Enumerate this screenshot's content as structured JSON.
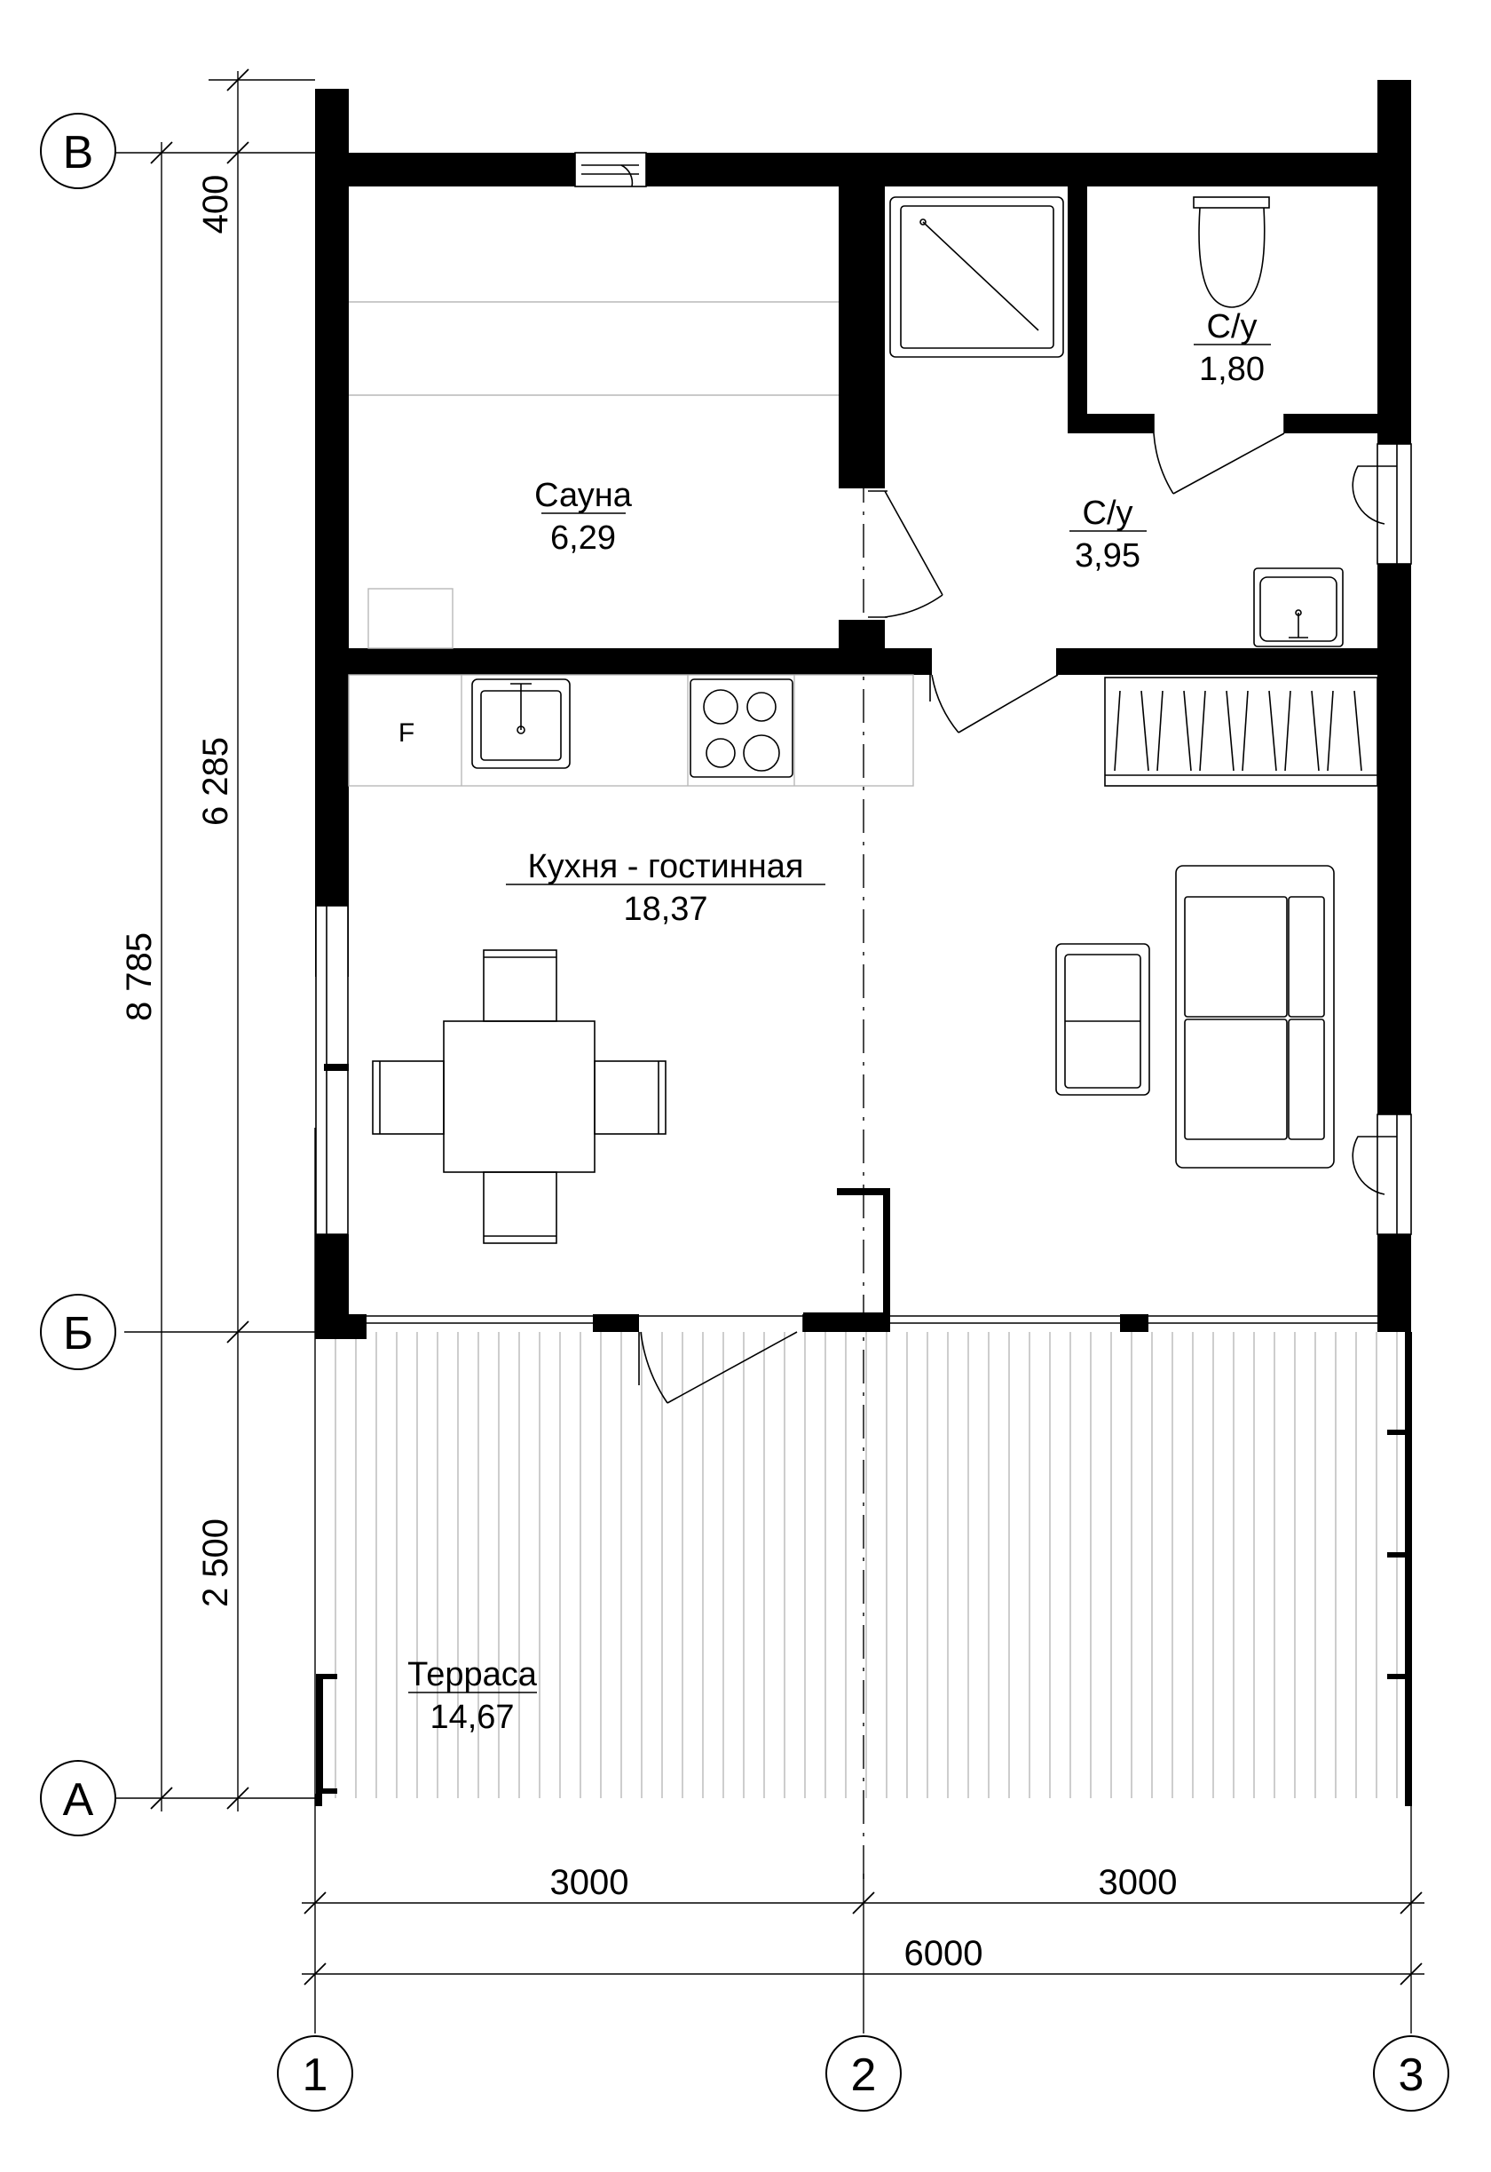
{
  "plan": {
    "rooms": {
      "sauna": {
        "name": "Сауна",
        "area": "6,29"
      },
      "wc_small": {
        "name": "С/у",
        "area": "1,80"
      },
      "wc_large": {
        "name": "С/у",
        "area": "3,95"
      },
      "kitchen_living": {
        "name": "Кухня - гостинная",
        "area": "18,37"
      },
      "terrace": {
        "name": "Терраса",
        "area": "14,67"
      }
    },
    "fridge_mark": "F",
    "axes": {
      "rows": [
        "В",
        "Б",
        "А"
      ],
      "cols": [
        "1",
        "2",
        "3"
      ]
    },
    "dimensions": {
      "vertical": {
        "d400": "400",
        "d6285": "6 285",
        "d2500": "2 500",
        "total": "8 785"
      },
      "horizontal": {
        "left": "3000",
        "right": "3000",
        "total": "6000"
      }
    }
  }
}
